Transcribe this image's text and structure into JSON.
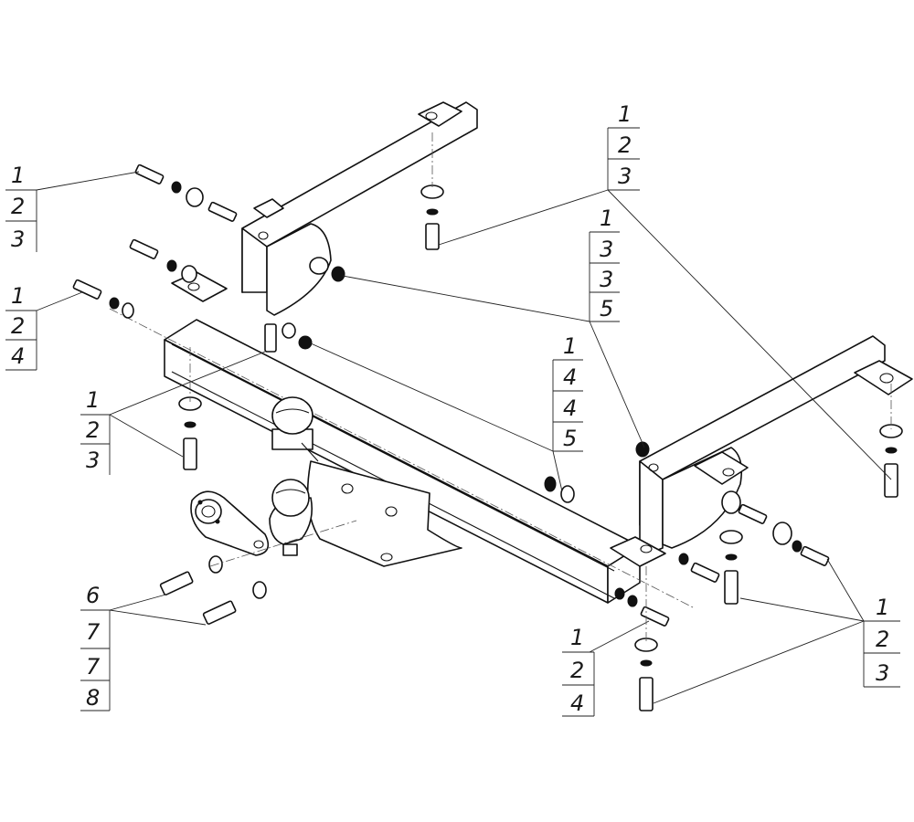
{
  "callouts": [
    {
      "id": "callout-left-top",
      "lines": [
        "1",
        "2",
        "3"
      ]
    },
    {
      "id": "callout-left-mid",
      "lines": [
        "1",
        "2",
        "4"
      ]
    },
    {
      "id": "callout-left-lower",
      "lines": [
        "1",
        "2",
        "3"
      ]
    },
    {
      "id": "callout-left-bottom",
      "lines": [
        "6",
        "7",
        "7",
        "8"
      ]
    },
    {
      "id": "callout-top-right",
      "lines": [
        "1",
        "2",
        "3"
      ]
    },
    {
      "id": "callout-right-nut",
      "lines": [
        "1",
        "3",
        "3",
        "5"
      ]
    },
    {
      "id": "callout-center",
      "lines": [
        "1",
        "4",
        "4",
        "5"
      ]
    },
    {
      "id": "callout-bottom-center",
      "lines": [
        "1",
        "2",
        "4"
      ]
    },
    {
      "id": "callout-bottom-right",
      "lines": [
        "1",
        "2",
        "3"
      ]
    }
  ]
}
